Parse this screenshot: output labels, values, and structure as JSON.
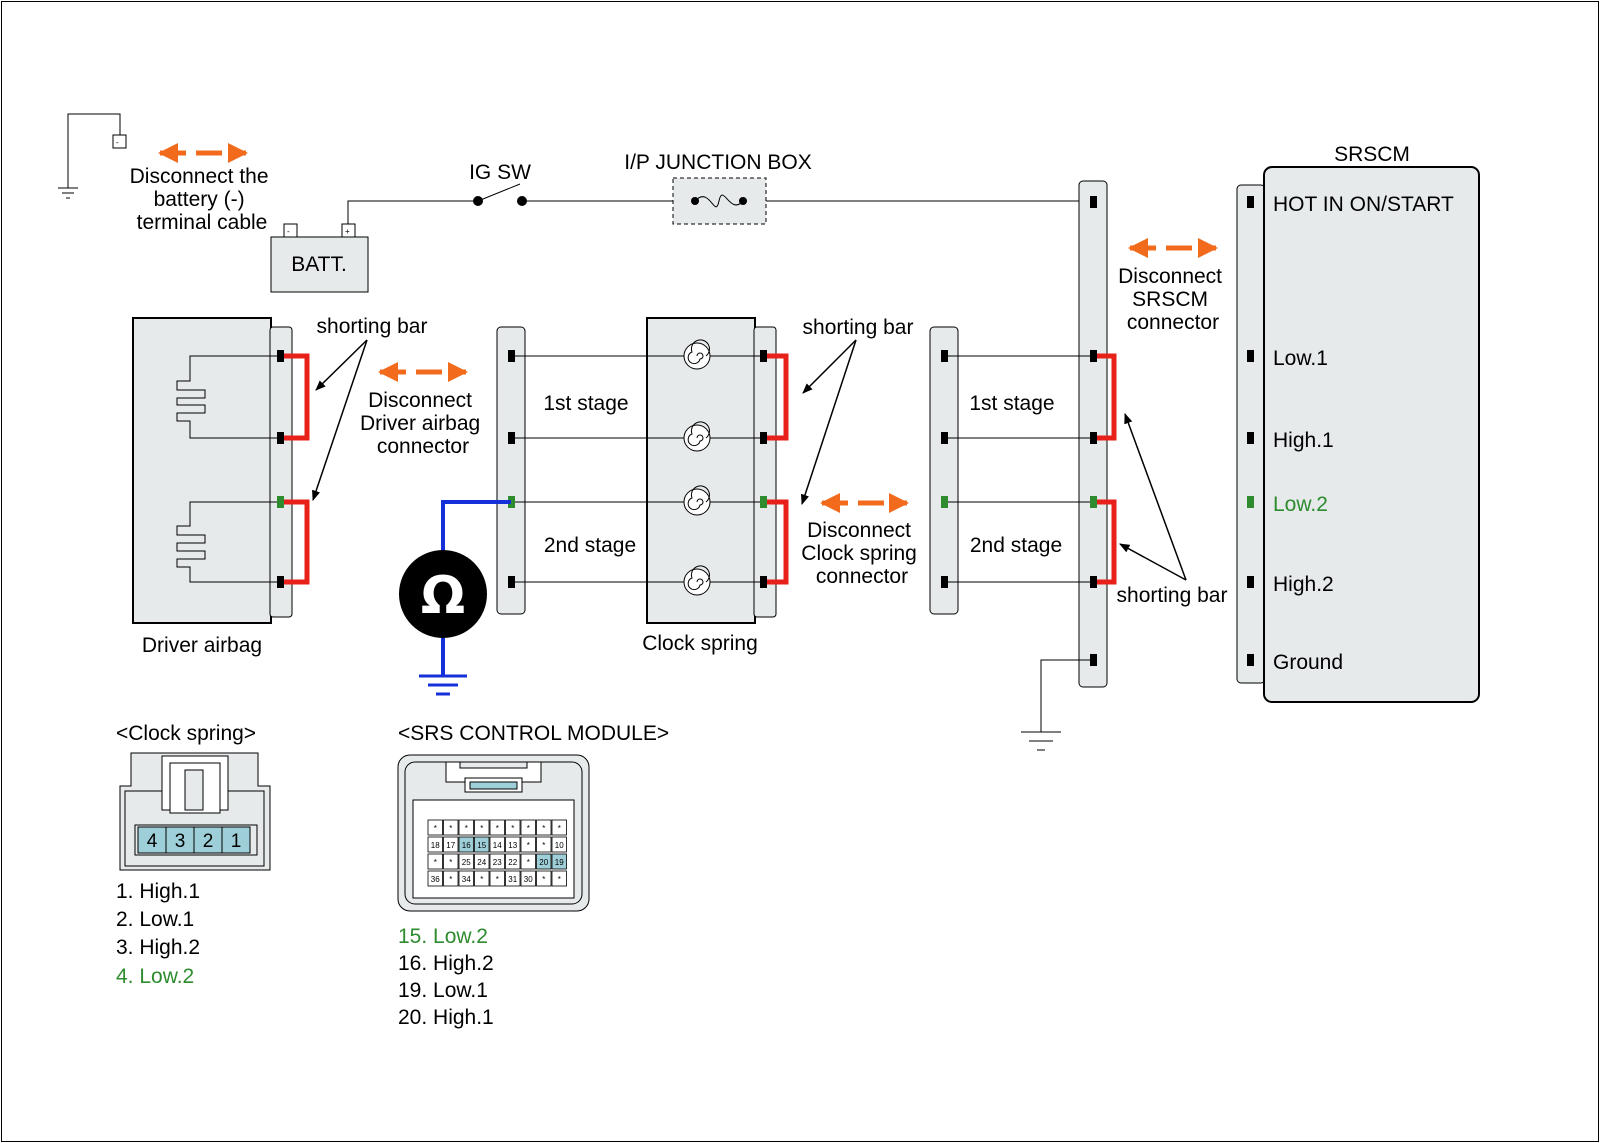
{
  "battery": {
    "disconnect_label": [
      "Disconnect the",
      "battery (-)",
      "terminal cable"
    ],
    "batt_label": "BATT.",
    "minus_sign": "-",
    "plus_sign": "+"
  },
  "ig_switch_label": "IG SW",
  "junction_box_label": "I/P JUNCTION BOX",
  "srscm": {
    "title": "SRSCM",
    "disconnect_label": [
      "Disconnect",
      "SRSCM",
      "connector"
    ],
    "pins": [
      "HOT IN ON/START",
      "Low.1",
      "High.1",
      "Low.2",
      "High.2",
      "Ground"
    ]
  },
  "driver_airbag": {
    "label": "Driver airbag",
    "disconnect_label": [
      "Disconnect",
      "Driver airbag",
      "connector"
    ]
  },
  "clock_spring": {
    "label": "Clock spring",
    "disconnect_label": [
      "Disconnect",
      "Clock spring",
      "connector"
    ]
  },
  "shorting_bar_label": "shorting bar",
  "stage_labels": {
    "first": "1st stage",
    "second": "2nd stage"
  },
  "ohm_symbol": "Ω",
  "clock_spring_connector": {
    "title": "<Clock spring>",
    "pin_numbers": [
      "4",
      "3",
      "2",
      "1"
    ],
    "legend": [
      "1. High.1",
      "2. Low.1",
      "3. High.2",
      "4. Low.2"
    ]
  },
  "srs_module_connector": {
    "title": "<SRS CONTROL MODULE>",
    "grid_rows": [
      [
        "*",
        "*",
        "*",
        "*",
        "*",
        "*",
        "*",
        "*",
        "*"
      ],
      [
        "18",
        "17",
        "16",
        "15",
        "14",
        "13",
        "*",
        "*",
        "10"
      ],
      [
        "*",
        "*",
        "25",
        "24",
        "23",
        "22",
        "*",
        "20",
        "19"
      ],
      [
        "36",
        "*",
        "34",
        "*",
        "*",
        "31",
        "30",
        "*",
        "*"
      ]
    ],
    "legend": [
      "15. Low.2",
      "16. High.2",
      "19. Low.1",
      "20. High.1"
    ]
  },
  "colors": {
    "shorting_bar": "#e8201a",
    "arrow": "#f26b1d",
    "meter_wire": "#1530d8",
    "low2_highlight": "#2e8b2e",
    "connector_fill": "#e6eaeb",
    "cell_highlight": "#9ecfd8"
  }
}
